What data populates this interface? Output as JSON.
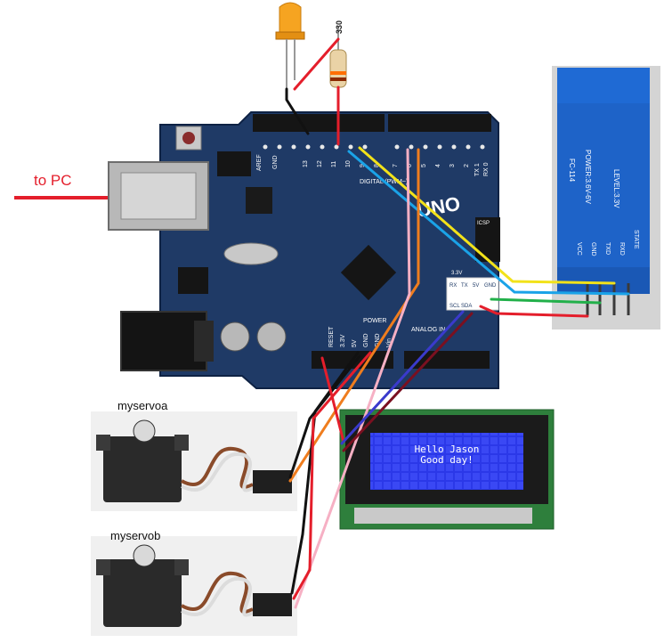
{
  "labels": {
    "to_pc": "to PC",
    "servo_a": "myservoa",
    "servo_b": "myservob",
    "resistor": "330"
  },
  "board": {
    "name": "UNO",
    "header_labels": [
      "AREF",
      "GND",
      "13",
      "12",
      "11",
      "10",
      "9",
      "8",
      "7",
      "6",
      "5",
      "4",
      "3",
      "2",
      "TX 1",
      "RX 0"
    ],
    "digital_label": "DIGITAL (PWM~)",
    "power_label": "POWER",
    "analog_label": "ANALOG IN",
    "power_pins": [
      "RESET",
      "3.3V",
      "5V",
      "GND",
      "GND",
      "Vin"
    ],
    "aux_pins": [
      "RX",
      "TX",
      "5V",
      "GND"
    ],
    "aux_pins_2": [
      "SCL",
      "SDA"
    ],
    "misc": [
      "ICSP",
      "3.3V"
    ]
  },
  "lcd": {
    "line1": "Hello Jason",
    "line2": "Good day!"
  },
  "bluetooth": {
    "model": "FC-114",
    "power_text": "POWER:3.6V-6V",
    "level_text": "LEVEL:3.3V",
    "pins": [
      "VCC",
      "GND",
      "TXD",
      "RXD",
      "STATE"
    ]
  },
  "colors": {
    "board": "#1f3a66",
    "lcd_screen": "#2b38e8",
    "bt_module": "#1e63c8",
    "wire_red": "#e41e2b",
    "wire_black": "#111111",
    "wire_blue": "#1aa3e8",
    "wire_yellow": "#f2e21a",
    "wire_green": "#22b04a",
    "wire_orange": "#ef7d1e",
    "wire_pink": "#f6b0c4",
    "wire_navy": "#3a3acc",
    "wire_darkred": "#7a1020"
  }
}
